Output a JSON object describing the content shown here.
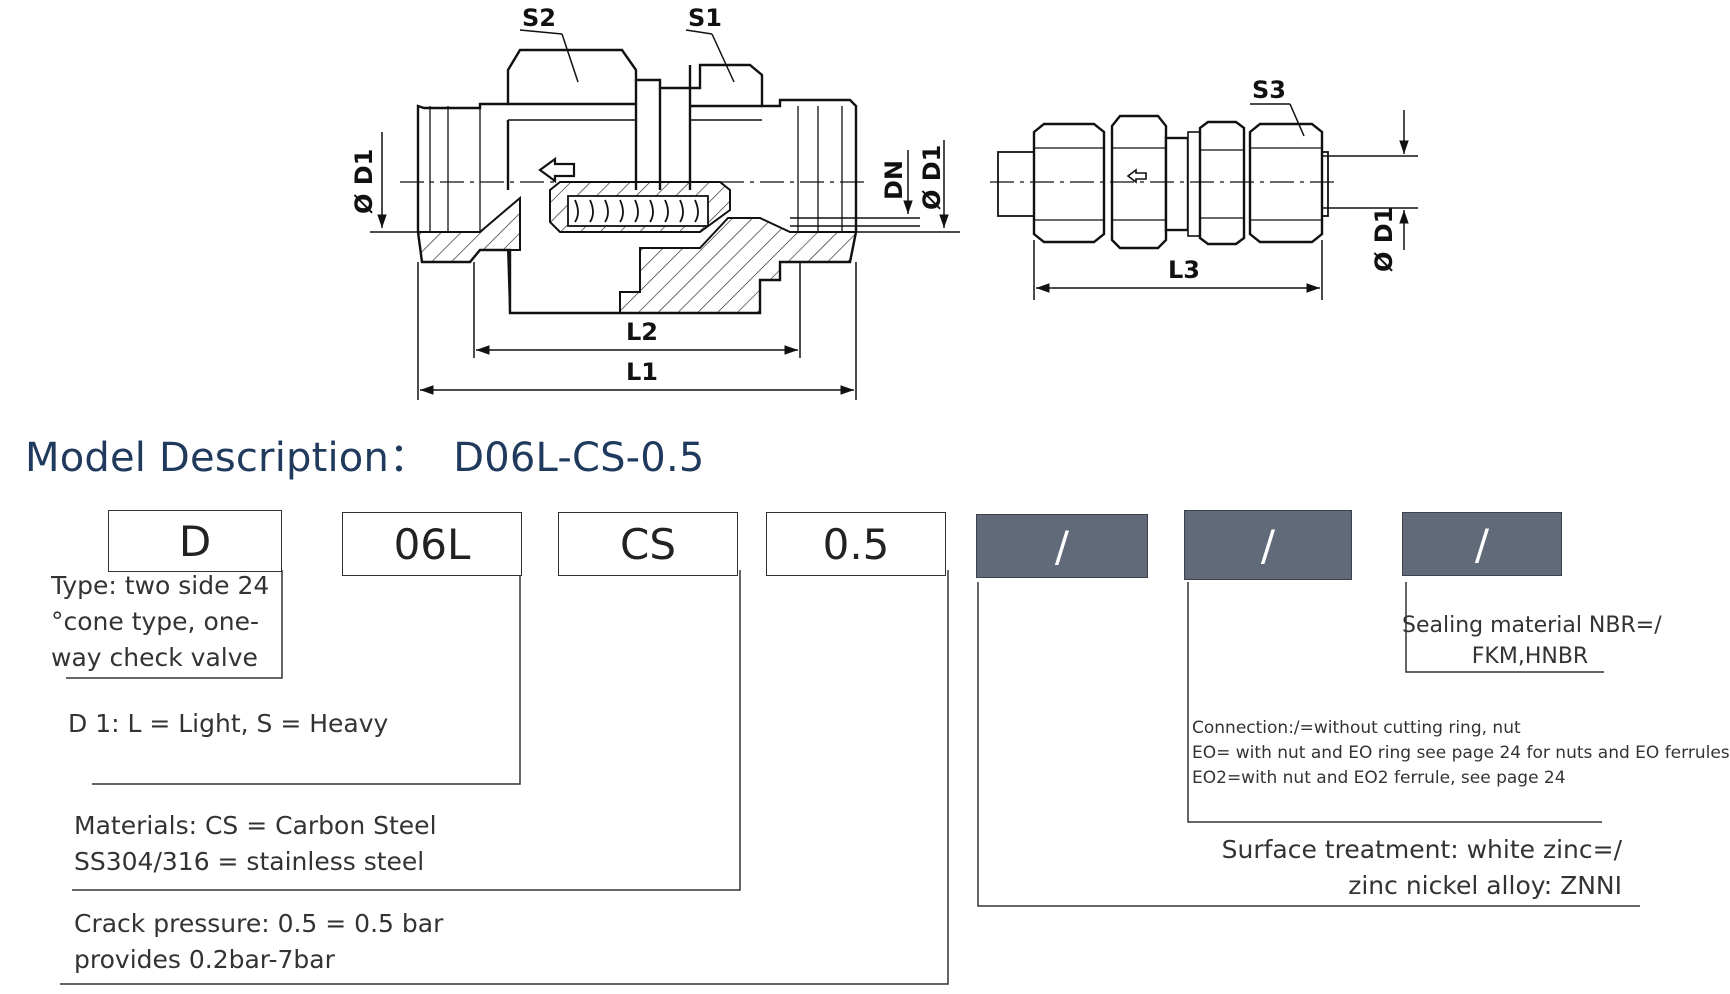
{
  "diagram": {
    "labels": {
      "s1": "S1",
      "s2": "S2",
      "s3": "S3",
      "l1": "L1",
      "l2": "L2",
      "l3": "L3",
      "dn": "DN",
      "d1_left": "Ø D1",
      "d1_mid": "Ø D1",
      "d1_right": "Ø D1"
    }
  },
  "heading": {
    "label": "Model Description：",
    "model": "D06L-CS-0.5"
  },
  "code_boxes": [
    {
      "text": "D"
    },
    {
      "text": "06L"
    },
    {
      "text": "CS"
    },
    {
      "text": "0.5"
    },
    {
      "text": "/"
    },
    {
      "text": "/"
    },
    {
      "text": "/"
    }
  ],
  "descriptions": {
    "type": [
      "Type: two side 24",
      "°cone type,  one-",
      "way check valve"
    ],
    "d1": "D 1: L = Light, S = Heavy",
    "materials": [
      "Materials: CS = Carbon Steel",
      "SS304/316 = stainless steel"
    ],
    "crack": [
      "Crack pressure: 0.5 = 0.5 bar",
      "provides 0.2bar-7bar"
    ],
    "surface": [
      "Surface treatment: white zinc=/",
      "zinc nickel alloy: ZNNI"
    ],
    "connection": [
      "Connection:/=without cutting ring, nut",
      "EO= with nut and EO ring see page 24 for nuts and EO ferrules",
      "EO2=with nut and EO2 ferrule, see page 24"
    ],
    "sealing": [
      "Sealing material NBR=/",
      "FKM,HNBR"
    ]
  },
  "colors": {
    "heading": "#1f3a5c",
    "dark_box": "#616a78",
    "line": "#333333"
  }
}
